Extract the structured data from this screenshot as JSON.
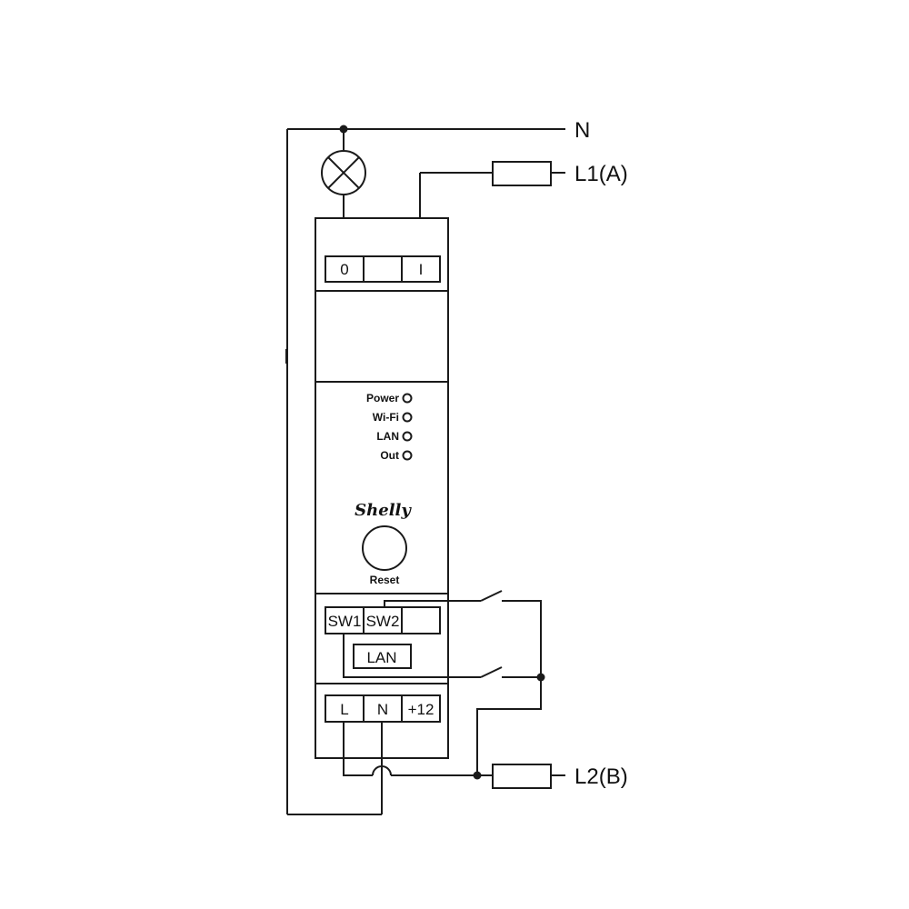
{
  "wires": {
    "neutral_label": "N",
    "line1_label": "L1(A)",
    "line2_label": "L2(B)"
  },
  "terminals_top": [
    "0",
    "",
    "I"
  ],
  "leds": [
    {
      "label": "Power"
    },
    {
      "label": "Wi-Fi"
    },
    {
      "label": "LAN"
    },
    {
      "label": "Out"
    }
  ],
  "brand": "Shelly",
  "reset_label": "Reset",
  "terminals_switch": [
    "SW1",
    "SW2",
    ""
  ],
  "lan_port_label": "LAN",
  "terminals_power": [
    "L",
    "N",
    "+12"
  ],
  "colors": {
    "line": "#1a1a1a",
    "background": "#ffffff"
  }
}
